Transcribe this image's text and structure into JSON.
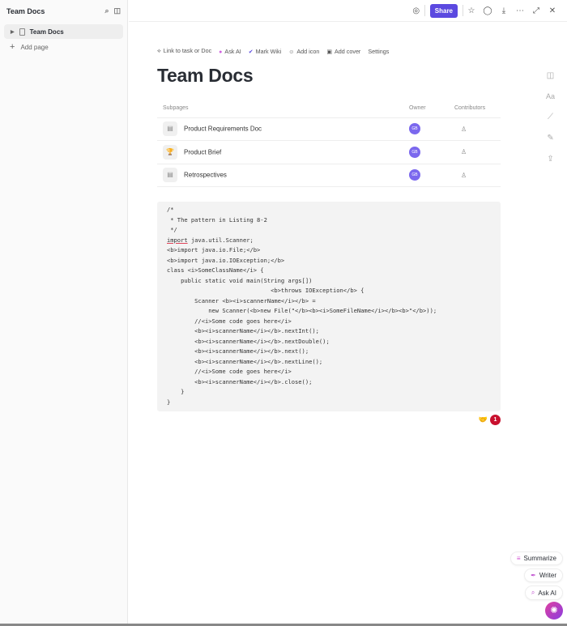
{
  "sidebar": {
    "title": "Team Docs",
    "items": [
      {
        "label": "Team Docs"
      }
    ],
    "add_page": "Add page"
  },
  "topbar": {
    "share": "Share"
  },
  "actions": [
    {
      "icon": "link-icon",
      "glyph": "⟡",
      "label": "Link to task or Doc"
    },
    {
      "icon": "ai-icon",
      "glyph": "●",
      "label": "Ask AI"
    },
    {
      "icon": "wiki-check-icon",
      "glyph": "✔",
      "label": "Mark Wiki"
    },
    {
      "icon": "smile-icon",
      "glyph": "☺",
      "label": "Add icon"
    },
    {
      "icon": "image-icon",
      "glyph": "▣",
      "label": "Add cover"
    },
    {
      "icon": "",
      "glyph": "",
      "label": "Settings"
    }
  ],
  "page": {
    "title": "Team Docs"
  },
  "subpages": {
    "headers": [
      "Subpages",
      "Owner",
      "Contributors"
    ],
    "rows": [
      {
        "icon": "doc-icon",
        "glyph": "▤",
        "name": "Product Requirements Doc",
        "owner": "GB"
      },
      {
        "icon": "trophy-icon",
        "glyph": "🏆",
        "name": "Product Brief",
        "owner": "GB"
      },
      {
        "icon": "doc-icon",
        "glyph": "▤",
        "name": "Retrospectives",
        "owner": "GB"
      }
    ]
  },
  "code": {
    "first": "/*\n * The pattern in Listing 8-2\n */\n",
    "kw": "import",
    "rest": " java.util.Scanner;\n<b>import java.io.File;</b>\n<b>import java.io.IOException;</b>\nclass <i>SomeClassName</i> {\n    public static void main(String args[])\n                              <b>throws IOException</b> {\n        Scanner <b><i>scannerName</i></b> =\n            new Scanner(<b>new File(\"</b><b><i>SomeFileName</i></b><b>\"</b>));\n        //<i>Some code goes here</i>\n        <b><i>scannerName</i></b>.nextInt();\n        <b><i>scannerName</i></b>.nextDouble();\n        <b><i>scannerName</i></b>.next();\n        <b><i>scannerName</i></b>.nextLine();\n        //<i>Some code goes here</i>\n        <b><i>scannerName</i></b>.close();\n    }\n}"
  },
  "reactions": {
    "emoji": "🤝",
    "count": "1"
  },
  "ai_buttons": {
    "summarize": "Summarize",
    "writer": "Writer",
    "ask": "Ask AI"
  },
  "colors": {
    "accent": "#5b49e0",
    "avatar": "#7b68ee",
    "badge": "#c8102e"
  }
}
